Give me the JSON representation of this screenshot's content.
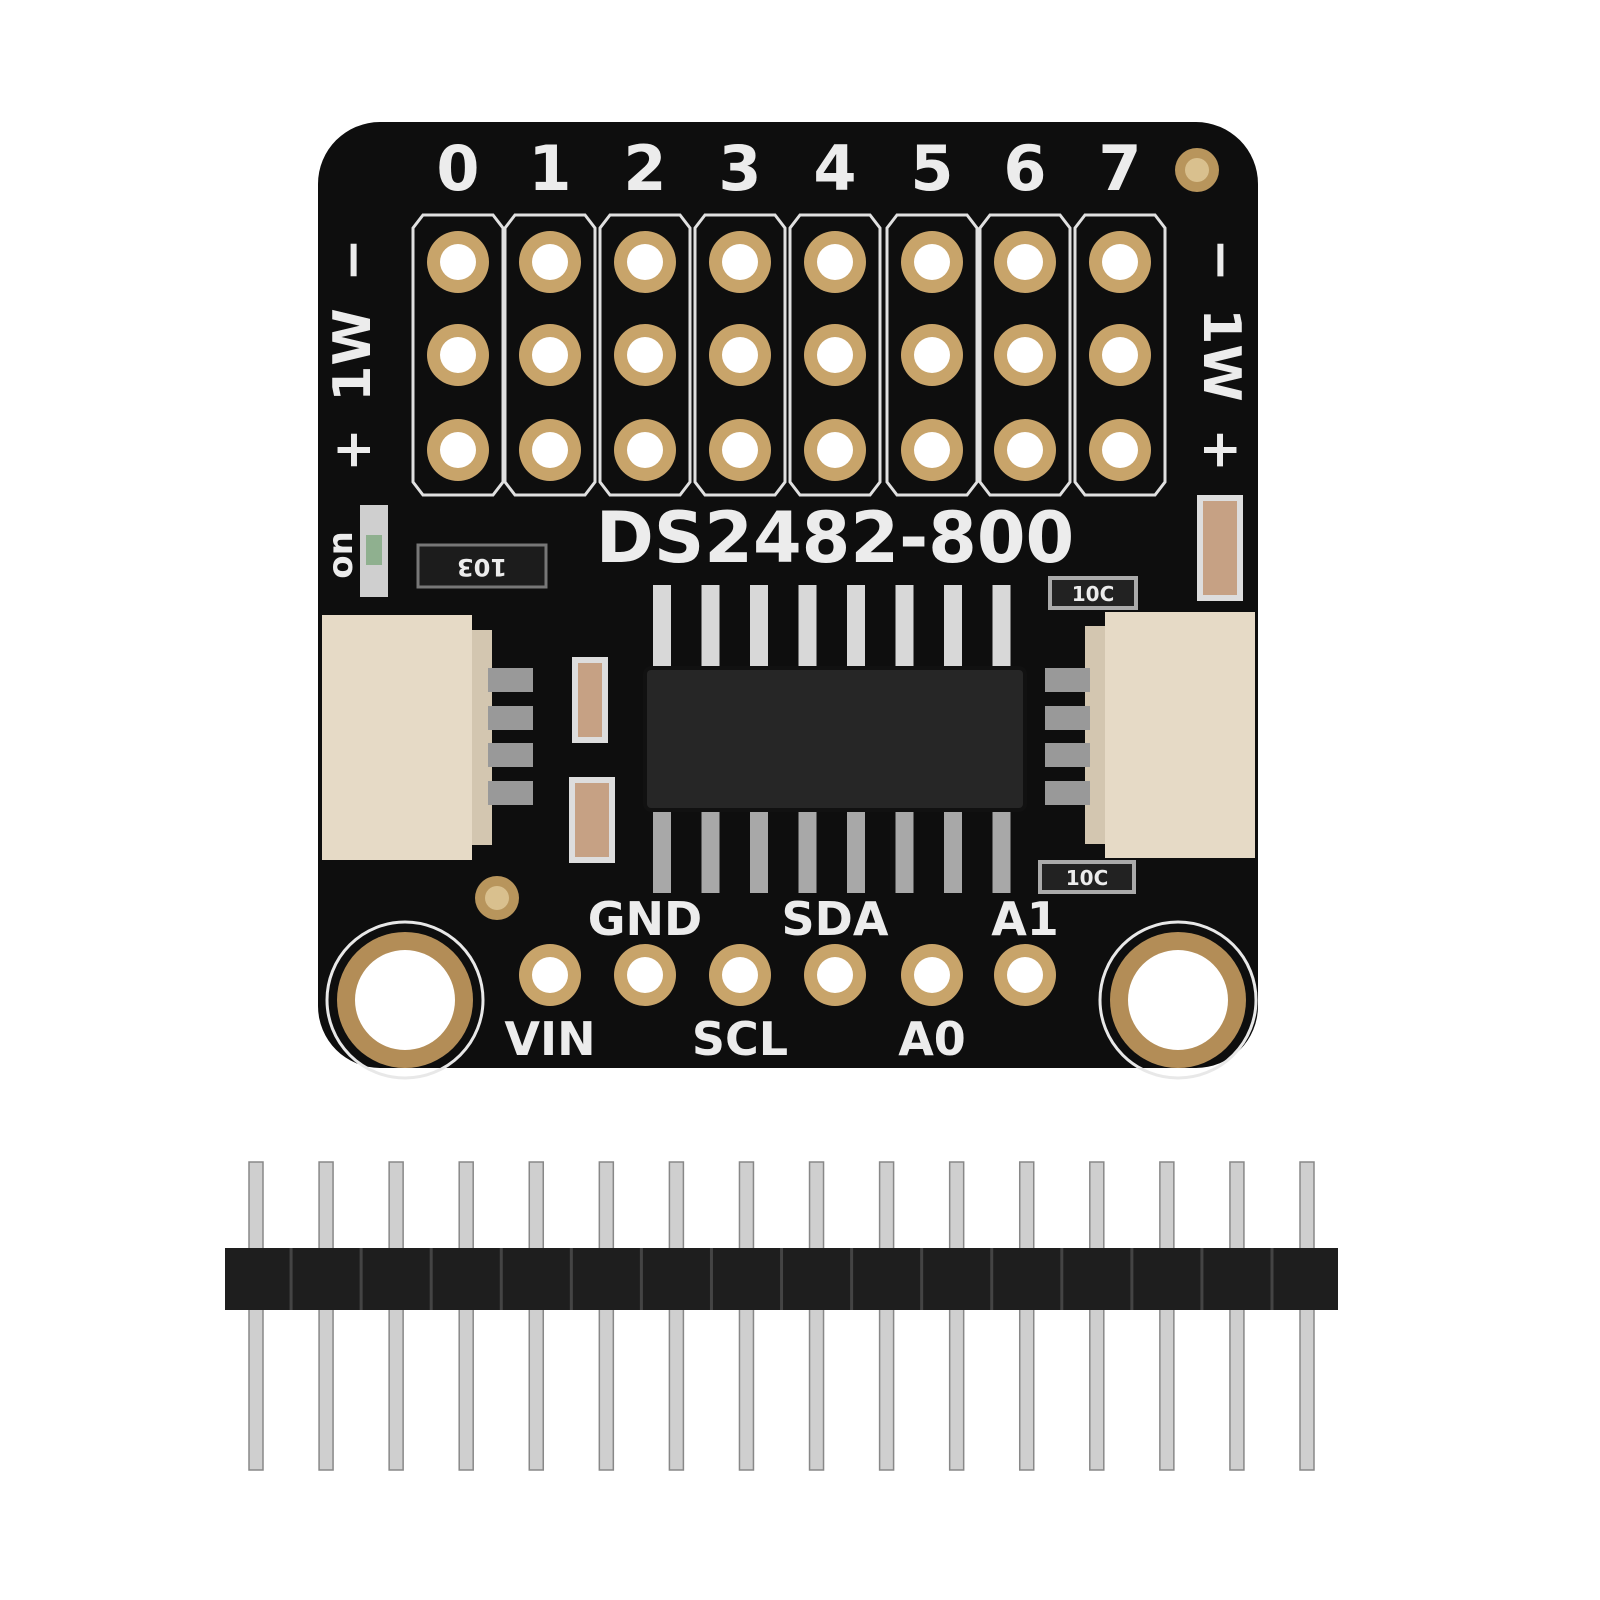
{
  "board": {
    "title": "DS2482-800",
    "channel_labels": [
      "0",
      "1",
      "2",
      "3",
      "4",
      "5",
      "6",
      "7"
    ],
    "side_label": "1W",
    "minus_symbol": "−",
    "plus_symbol": "+",
    "led_label": "on",
    "resistor_array_code": "103",
    "resistor_codes": [
      "10C",
      "10C"
    ],
    "pin_labels_top": [
      "GND",
      "SDA",
      "A1"
    ],
    "pin_labels_bottom": [
      "VIN",
      "SCL",
      "A0"
    ]
  },
  "header": {
    "pin_count": 16
  },
  "colors": {
    "pcb": "#0e0e0e",
    "gold": "#c8a46a",
    "silk": "#ececec",
    "connector": "#e6dac6"
  }
}
